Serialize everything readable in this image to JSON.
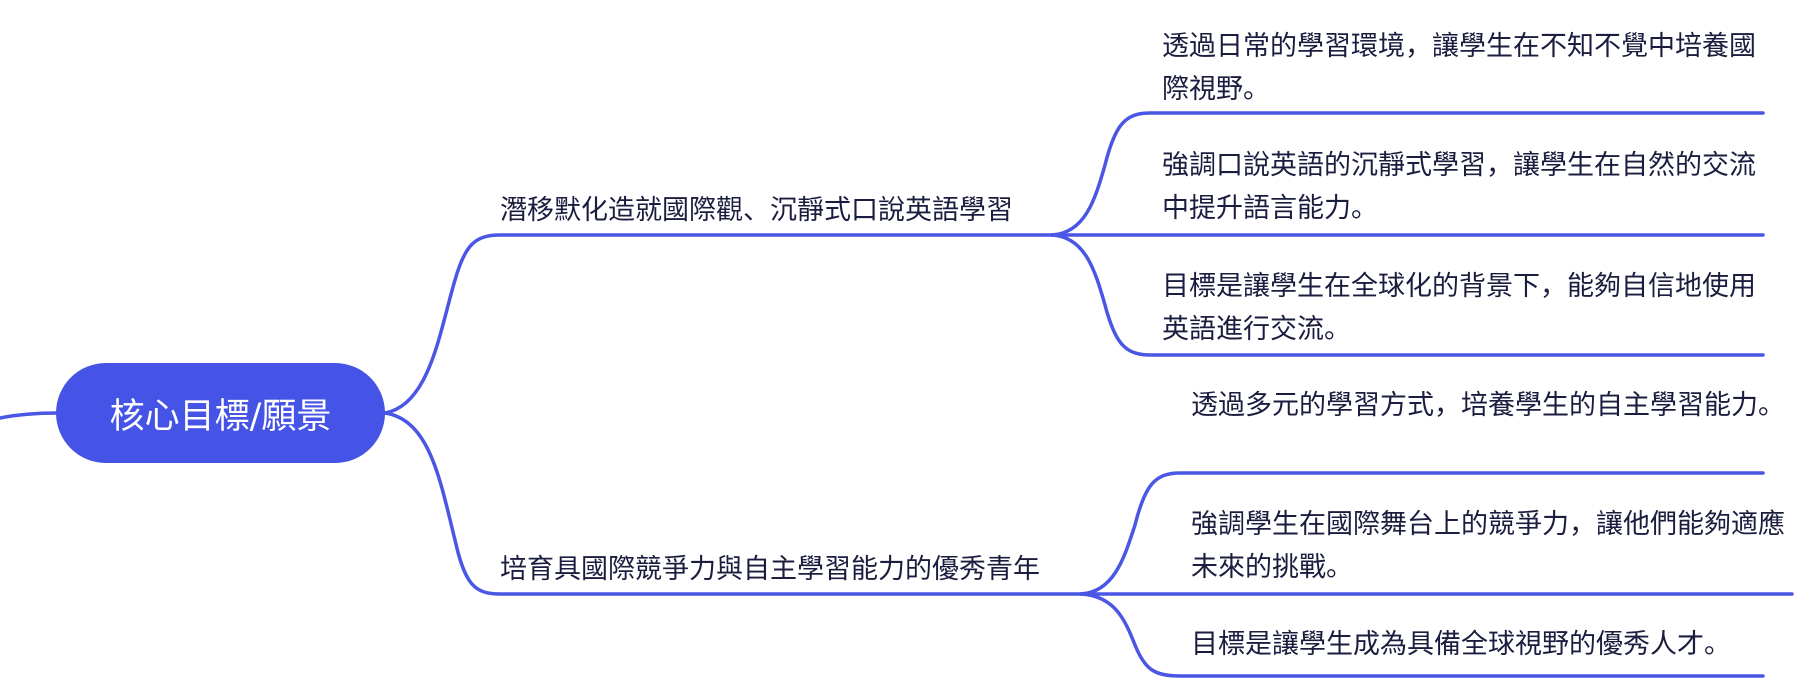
{
  "root": {
    "label": "核心目標/願景"
  },
  "branches": [
    {
      "label": "潛移默化造就國際觀、沉靜式口說英語學習",
      "leaves": [
        "透過日常的學習環境，讓學生在不知不覺中培養國際視野。",
        "強調口說英語的沉靜式學習，讓學生在自然的交流中提升語言能力。",
        "目標是讓學生在全球化的背景下，能夠自信地使用英語進行交流。"
      ]
    },
    {
      "label": "培育具國際競爭力與自主學習能力的優秀青年",
      "leaves": [
        "透過多元的學習方式，培養學生的自主學習能力。",
        "強調學生在國際舞台上的競爭力，讓他們能夠適應未來的挑戰。",
        "目標是讓學生成為具備全球視野的優秀人才。"
      ]
    }
  ],
  "colors": {
    "accent": "#4553e6",
    "text": "#1b1d3f"
  }
}
